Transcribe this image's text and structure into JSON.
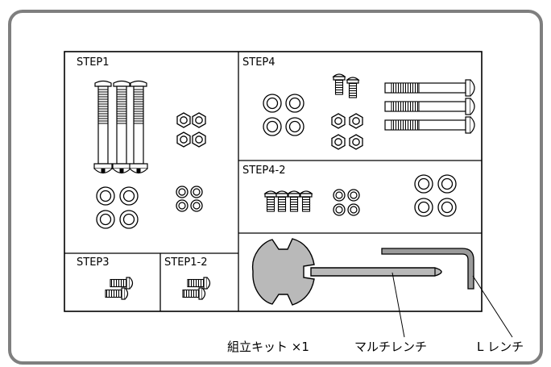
{
  "panels": {
    "step1": "STEP1",
    "step4": "STEP4",
    "step4_2": "STEP4-2",
    "step3": "STEP3",
    "step1_2": "STEP1-2"
  },
  "captions": {
    "kit": "組立キット ×1",
    "multi_wrench": "マルチレンチ",
    "l_wrench": "L レンチ"
  },
  "icons": [
    "bolt-icon",
    "hex-nut-icon",
    "washer-icon",
    "multi-wrench-icon",
    "l-wrench-icon"
  ],
  "colors": {
    "frame": "#7f7f7f",
    "wrench": "#b9b9b9",
    "line": "#000000"
  }
}
